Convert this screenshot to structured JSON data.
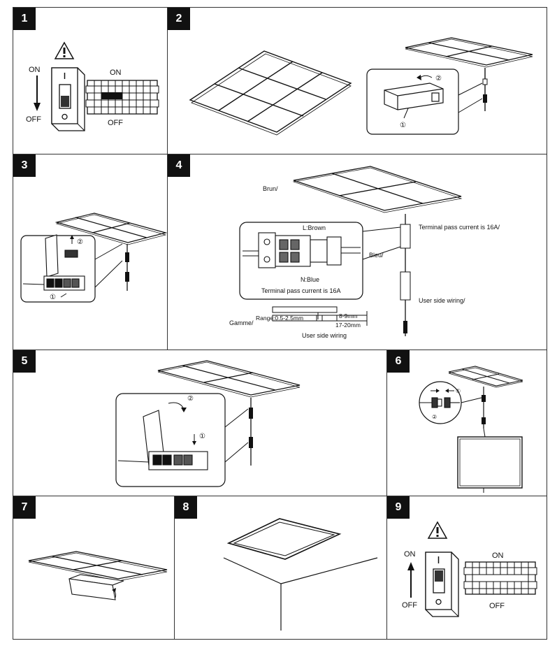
{
  "steps": [
    "1",
    "2",
    "3",
    "4",
    "5",
    "6",
    "7",
    "8",
    "9"
  ],
  "step1": {
    "on": "ON",
    "off": "OFF",
    "breaker_on": "ON",
    "breaker_off": "OFF"
  },
  "step2": {
    "marker1": "①",
    "marker2": "②"
  },
  "step3": {
    "marker1": "①",
    "marker2": "②"
  },
  "step4": {
    "brun": "Brun/",
    "l_brown": "L:Brown",
    "terminal_top": "Terminal pass current is 16A/",
    "bleu": "Bleu/",
    "n_blue": "N:Blue",
    "terminal_inner": "Terminal pass current is 16A",
    "user_side_right": "User side wiring/",
    "gamme": "Gamme/",
    "range": "Range:0.5-2.5mm",
    "strip1": "8-9mm",
    "strip2": "17-20mm",
    "user_side_bottom": "User side wiring"
  },
  "step5": {
    "marker1": "①",
    "marker2": "②"
  },
  "step6": {
    "marker1": "①",
    "marker2": "②"
  },
  "step9": {
    "on": "ON",
    "off": "OFF",
    "breaker_on": "ON",
    "breaker_off": "OFF"
  }
}
